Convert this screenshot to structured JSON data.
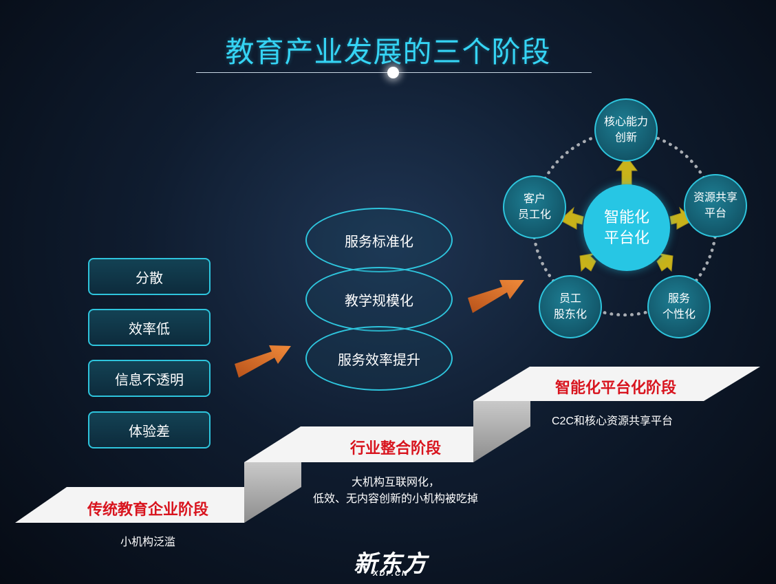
{
  "title": "教育产业发展的三个阶段",
  "problems": [
    "分散",
    "效率低",
    "信息不透明",
    "体验差"
  ],
  "process": [
    "服务标准化",
    "教学规模化",
    "服务效率提升"
  ],
  "platform": {
    "center": [
      "智能化",
      "平台化"
    ],
    "satellites": [
      {
        "id": "core",
        "lines": [
          "核心能力",
          "创新"
        ]
      },
      {
        "id": "resource",
        "lines": [
          "资源共享",
          "平台"
        ]
      },
      {
        "id": "service",
        "lines": [
          "服务",
          "个性化"
        ]
      },
      {
        "id": "employee",
        "lines": [
          "员工",
          "股东化"
        ]
      },
      {
        "id": "customer",
        "lines": [
          "客户",
          "员工化"
        ]
      }
    ]
  },
  "stages": [
    {
      "label": "传统教育企业阶段",
      "desc": [
        "小机构泛滥"
      ]
    },
    {
      "label": "行业整合阶段",
      "desc": [
        "大机构互联网化，",
        "低效、无内容创新的小机构被吃掉"
      ]
    },
    {
      "label": "智能化平台化阶段",
      "desc": [
        "C2C和核心资源共享平台"
      ]
    }
  ],
  "logo": {
    "main": "新东方",
    "sub": "XDF.CN"
  },
  "colors": {
    "accent": "#35d4f4",
    "stage_red": "#d8141e",
    "arrow_orange": "#e07a2a",
    "arrow_gold": "#c9b31a"
  }
}
